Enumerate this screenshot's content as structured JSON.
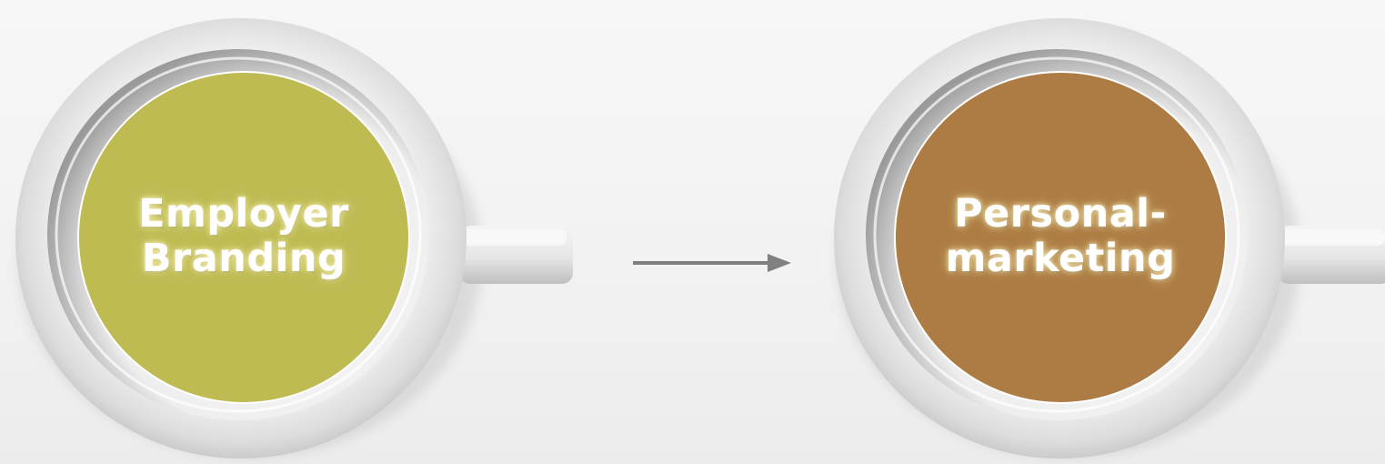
{
  "diagram": {
    "nodes": [
      {
        "id": "employer-branding",
        "label_lines": [
          "Employer",
          "Branding"
        ],
        "color": "#bdbb52"
      },
      {
        "id": "personalmarketing",
        "label_lines": [
          "Personal-",
          "marketing"
        ],
        "color": "#ac7c44"
      }
    ],
    "edges": [
      {
        "from": "employer-branding",
        "to": "personalmarketing",
        "color": "#808080"
      }
    ]
  }
}
